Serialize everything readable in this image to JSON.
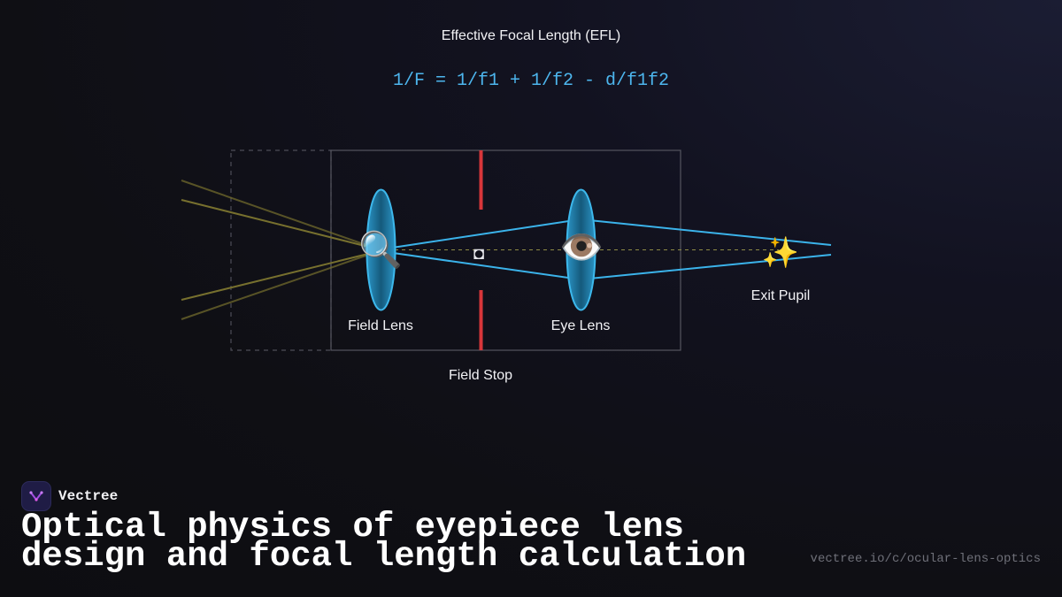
{
  "diagram": {
    "title": "Effective Focal Length (EFL)",
    "formula": "1/F = 1/f1 + 1/f2 - d/f1f2",
    "labels": {
      "field_lens": "Field Lens",
      "eye_lens": "Eye Lens",
      "field_stop": "Field Stop",
      "exit_pupil": "Exit Pupil"
    },
    "icons": {
      "field_lens": "🔍",
      "eye_lens": "👁️",
      "exit_pupil": "✨",
      "focal_point": "◘"
    },
    "colors": {
      "lens_fill": "#1b6f9a",
      "lens_stroke": "#3db8ec",
      "ray_out": "#3bb3ea",
      "ray_in": "#77702e",
      "field_stop": "#d8363a",
      "formula": "#4db6ee",
      "axis": "#8d8a45"
    }
  },
  "brand": {
    "name": "Vectree"
  },
  "headline": "Optical physics of eyepiece lens design and focal length calculation",
  "source_url": "vectree.io/c/ocular-lens-optics"
}
